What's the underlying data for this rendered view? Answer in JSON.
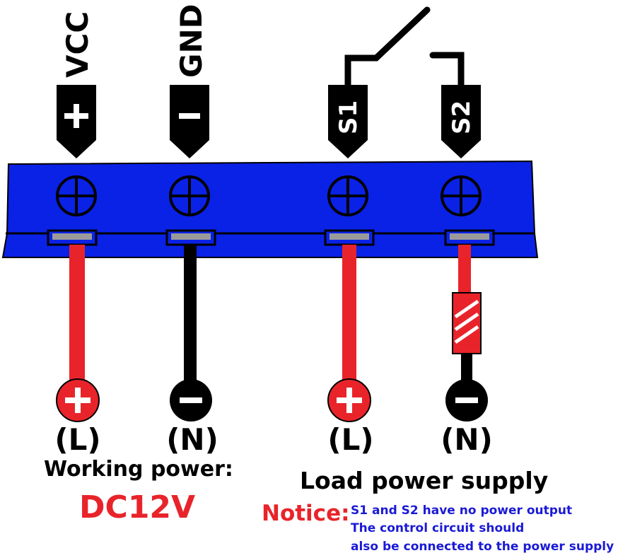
{
  "colors": {
    "block": "#0a22e6",
    "block_edge": "#000000",
    "wire_positive": "#e8242a",
    "wire_negative": "#000000",
    "notice_label": "#e8242a",
    "notice_text": "#1a1ad6",
    "voltage": "#e8242a"
  },
  "terminals": [
    {
      "id": "vcc",
      "name_label": "VCC",
      "sign": "+",
      "line_label": "(L)",
      "polarity": "positive"
    },
    {
      "id": "gnd",
      "name_label": "GND",
      "sign": "−",
      "line_label": "(N)",
      "polarity": "negative"
    },
    {
      "id": "s1",
      "name_label": "S1",
      "line_label": "(L)",
      "polarity": "positive"
    },
    {
      "id": "s2",
      "name_label": "S2",
      "line_label": "(N)",
      "polarity": "negative"
    }
  ],
  "captions": {
    "working_power": "Working power:",
    "voltage": "DC12V",
    "load_supply": "Load power supply"
  },
  "notice": {
    "label": "Notice:",
    "lines": [
      "S1 and S2 have no power output",
      "The control circuit should",
      "also be connected to the power supply"
    ]
  }
}
